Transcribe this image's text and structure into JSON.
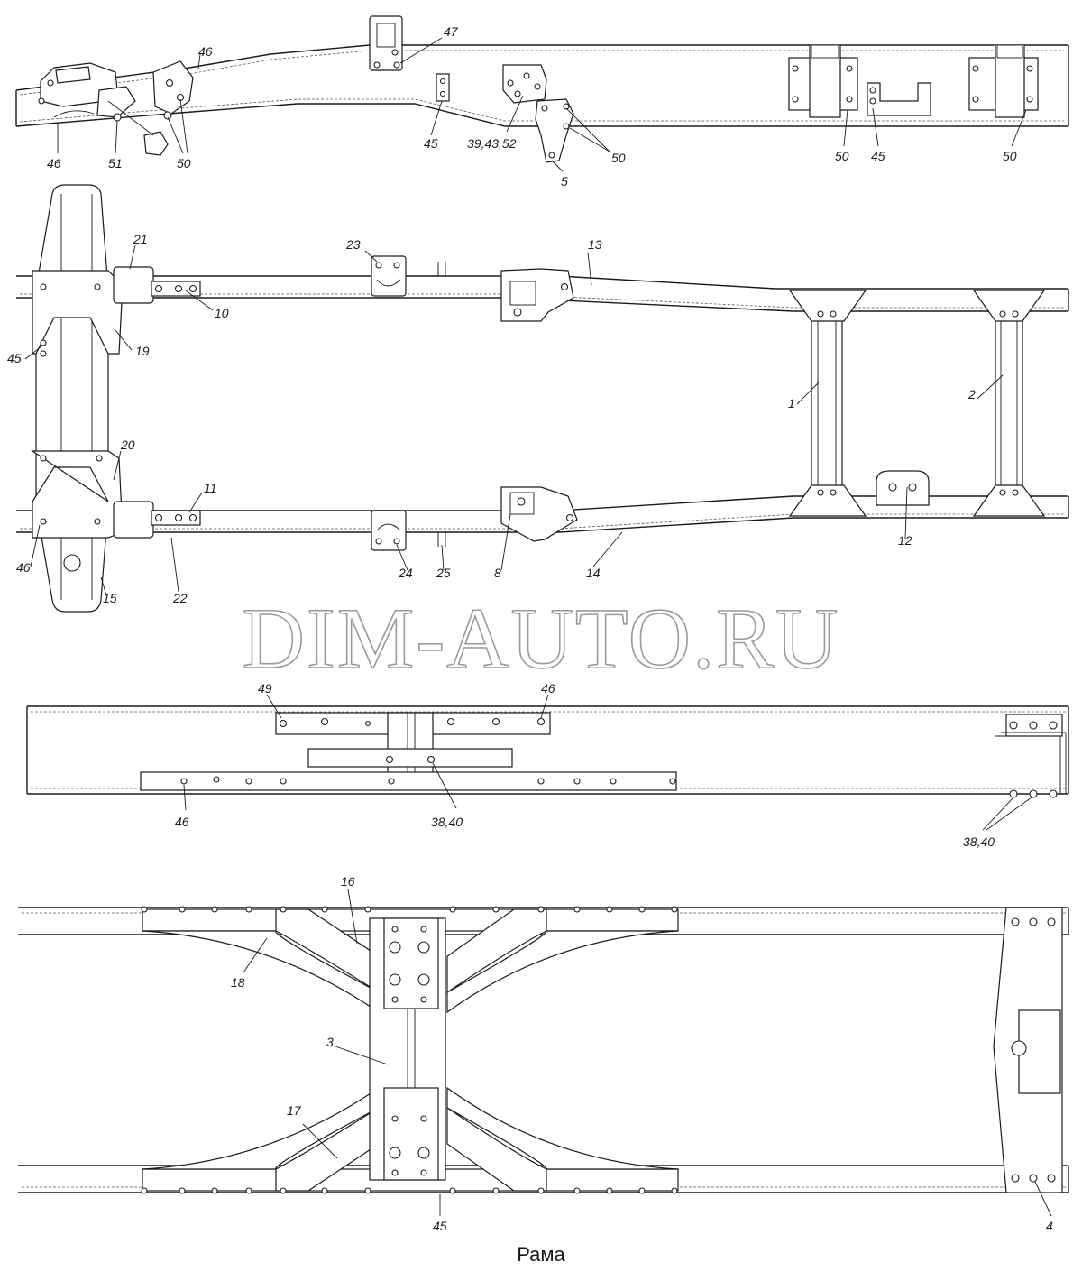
{
  "caption": "Рама",
  "watermark": "DIM-AUTO.RU",
  "views": {
    "side_front": {
      "callouts": [
        "46",
        "47",
        "46",
        "51",
        "50",
        "45",
        "39,43,52",
        "50",
        "5",
        "50",
        "45",
        "50"
      ]
    },
    "top_front": {
      "callouts": [
        "21",
        "23",
        "13",
        "10",
        "45",
        "19",
        "1",
        "2",
        "20",
        "11",
        "12",
        "46",
        "15",
        "22",
        "24",
        "25",
        "8",
        "14"
      ]
    },
    "side_rear": {
      "callouts": [
        "49",
        "46",
        "46",
        "38,40",
        "38,40"
      ]
    },
    "top_rear": {
      "callouts": [
        "16",
        "18",
        "3",
        "17",
        "45",
        "4"
      ]
    }
  }
}
